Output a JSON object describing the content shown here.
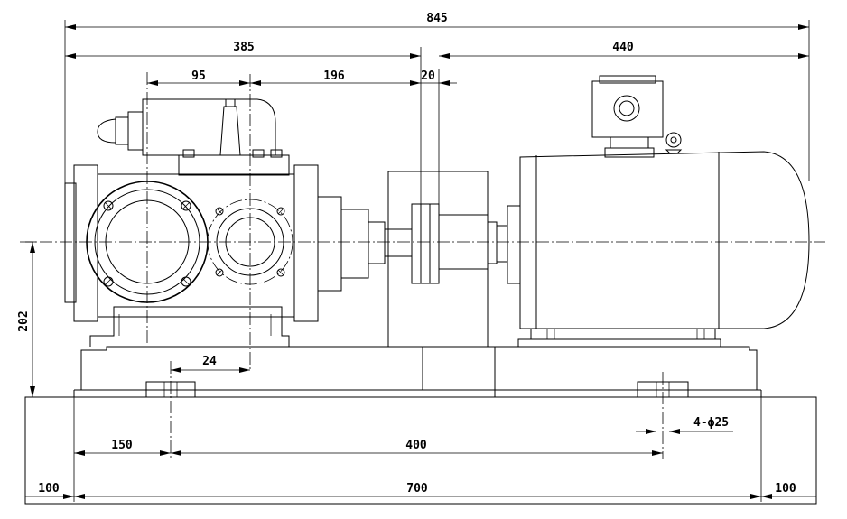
{
  "dimensions": {
    "overall_length": "845",
    "pump_length": "385",
    "motor_length": "440",
    "pump_inlet_offset": "95",
    "pump_to_coupling": "196",
    "coupling_gap": "20",
    "height": "202",
    "foot_offset": "24",
    "bolt_edge": "150",
    "bolt_spacing": "400",
    "bolt_holes": "4-ϕ25",
    "left_margin": "100",
    "base_length": "700",
    "right_margin": "100"
  }
}
